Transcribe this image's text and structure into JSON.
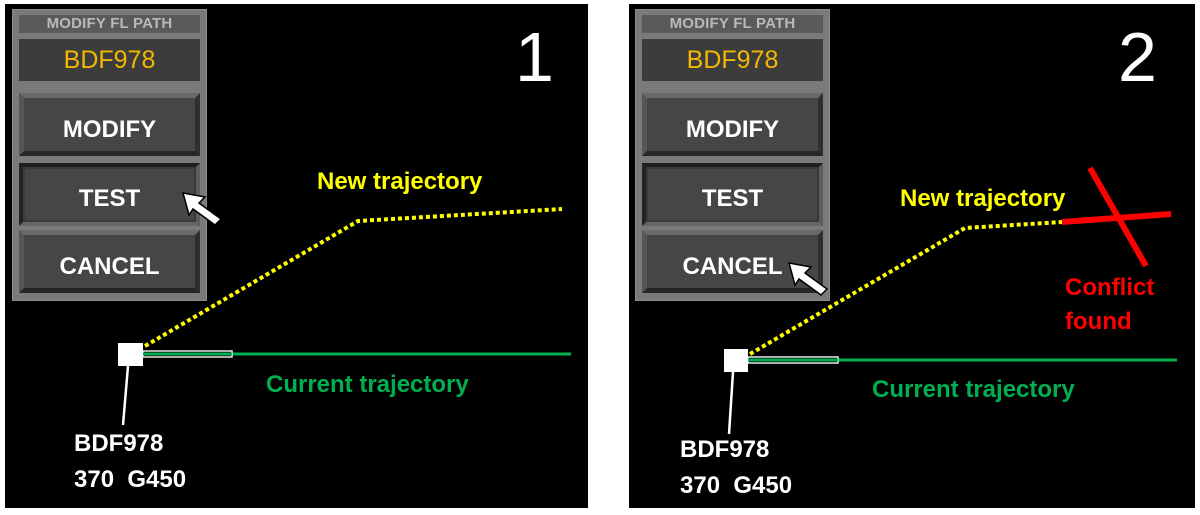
{
  "colors": {
    "background": "#000000",
    "new_trajectory": "#ffff00",
    "current_trajectory": "#00b050",
    "conflict": "#ff0000",
    "callsign": "#f5b800",
    "button_face": "#464646",
    "panel": "#7a7a7a"
  },
  "scenes": [
    {
      "step": "1",
      "widget": {
        "title": "MODIFY FL PATH",
        "callsign": "BDF978",
        "buttons": [
          {
            "label": "MODIFY",
            "state": "normal"
          },
          {
            "label": "TEST",
            "state": "pressed"
          },
          {
            "label": "CANCEL",
            "state": "normal"
          }
        ]
      },
      "cursor_target": "TEST",
      "new_trajectory_label": "New trajectory",
      "current_trajectory_label": "Current trajectory",
      "aircraft": {
        "callsign": "BDF978",
        "info": "370  G450"
      },
      "icons": [
        "mouse-cursor-icon",
        "aircraft-symbol-icon"
      ]
    },
    {
      "step": "2",
      "widget": {
        "title": "MODIFY FL PATH",
        "callsign": "BDF978",
        "buttons": [
          {
            "label": "MODIFY",
            "state": "normal"
          },
          {
            "label": "TEST",
            "state": "pressed"
          },
          {
            "label": "CANCEL",
            "state": "normal"
          }
        ]
      },
      "cursor_target": "CANCEL",
      "new_trajectory_label": "New trajectory",
      "current_trajectory_label": "Current trajectory",
      "conflict_label": {
        "line1": "Conflict",
        "line2": "found"
      },
      "aircraft": {
        "callsign": "BDF978",
        "info": "370  G450"
      },
      "icons": [
        "mouse-cursor-icon",
        "aircraft-symbol-icon",
        "conflict-cross-icon"
      ]
    }
  ]
}
